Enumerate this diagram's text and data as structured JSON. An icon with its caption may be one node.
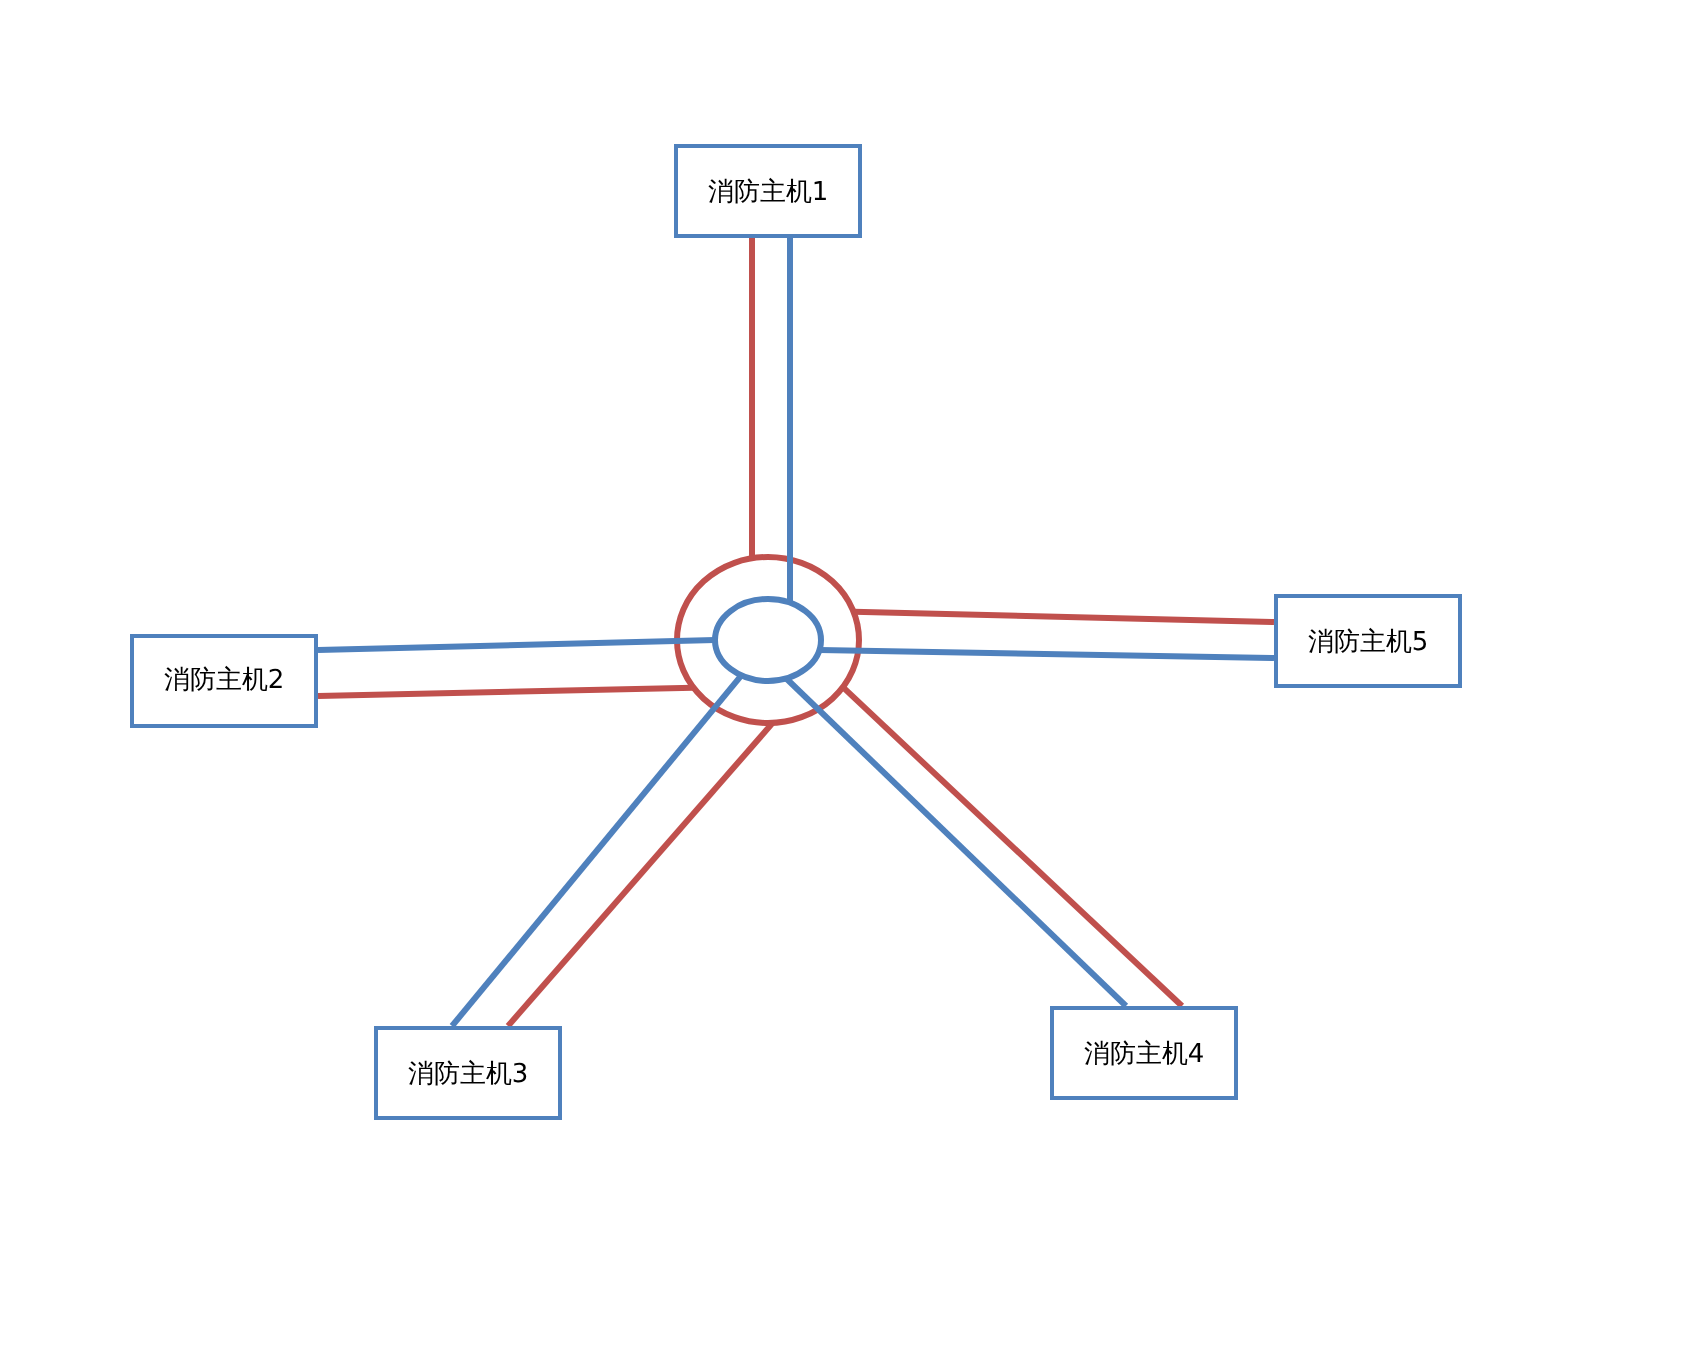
{
  "diagram": {
    "nodes": [
      {
        "text": [
          "消防主机1"
        ]
      },
      {
        "text": [],
        "shape": "circle"
      },
      {
        "text": [],
        "shape": "circle",
        "in": 1
      },
      {
        "text": [
          "消防主机2"
        ]
      },
      {
        "text": [
          "消防主机5"
        ]
      },
      {
        "text": [
          "消防主机3"
        ]
      },
      {
        "text": [
          "消防主机4"
        ]
      }
    ],
    "edges": [
      {
        "from": 0,
        "to": 1,
        "arrow": "none",
        "color": "#c0504d"
      },
      {
        "from": 0,
        "to": 2,
        "arrow": "none",
        "color": "#4f81bd"
      },
      {
        "from": 3,
        "to": 2,
        "arrow": "none",
        "color": "#4f81bd"
      },
      {
        "from": 3,
        "to": 1,
        "arrow": "none",
        "color": "#c0504d"
      },
      {
        "from": 4,
        "to": 1,
        "arrow": "none",
        "color": "#c0504d"
      },
      {
        "from": 4,
        "to": 2,
        "arrow": "none",
        "color": "#4f81bd"
      },
      {
        "from": 5,
        "to": 2,
        "arrow": "none",
        "color": "#4f81bd"
      },
      {
        "from": 5,
        "to": 1,
        "arrow": "none",
        "color": "#c0504d"
      },
      {
        "from": 6,
        "to": 2,
        "arrow": "none",
        "color": "#4f81bd"
      },
      {
        "from": 6,
        "to": 1,
        "arrow": "none",
        "color": "#c0504d"
      }
    ]
  }
}
